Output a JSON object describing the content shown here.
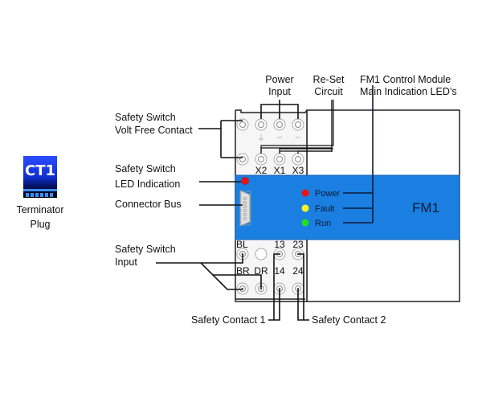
{
  "plug": {
    "code": "CT1",
    "caption_line1": "Terminator",
    "caption_line2": "Plug"
  },
  "callouts": {
    "power_input": [
      "Power",
      "Input"
    ],
    "reset_circuit": [
      "Re-Set",
      "Circuit"
    ],
    "fm1_leds": [
      "FM1 Control Module",
      "Main Indication LED’s"
    ],
    "volt_free_contact": [
      "Safety Switch",
      "Volt Free Contact"
    ],
    "led_indication": [
      "Safety Switch",
      "LED Indication"
    ],
    "connector_bus": "Connector Bus",
    "switch_input": [
      "Safety Switch",
      "Input"
    ],
    "safety_contact_1": "Safety Contact 1",
    "safety_contact_2": "Safety Contact 2"
  },
  "terminals": {
    "top_row_symbols": [
      "⏚",
      "∽",
      "∽"
    ],
    "mid_row": [
      "X2",
      "X1",
      "X3"
    ],
    "bottom_upper_row": [
      "BL",
      "13",
      "23"
    ],
    "bottom_lower_row": [
      "BR",
      "DR",
      "14",
      "24"
    ]
  },
  "module": {
    "name": "FM1",
    "leds": [
      {
        "label": "Power",
        "color": "#ee1111"
      },
      {
        "label": "Fault",
        "color": "#f5f522"
      },
      {
        "label": "Run",
        "color": "#22dd22"
      }
    ],
    "switch_led_color": "#ee1111"
  },
  "colors": {
    "module_band": "#1a7fe0",
    "plug_top": "#1a3cff",
    "plug_bottom": "#001a66",
    "housing": "#f6f6f6"
  }
}
